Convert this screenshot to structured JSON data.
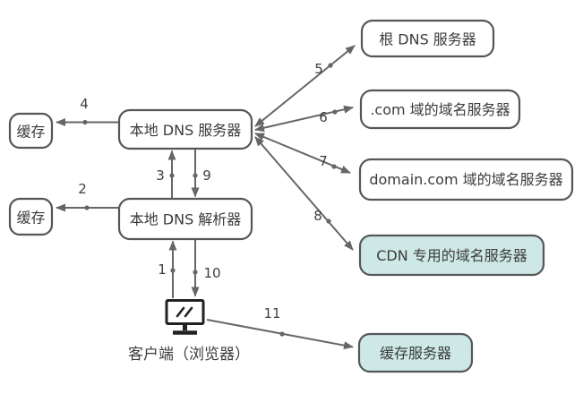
{
  "diagram": {
    "background": "#ffffff",
    "colors": {
      "node_border": "#55565a",
      "node_fill": "#ffffff",
      "highlight_fill": "#cde8e5",
      "edge": "#666666",
      "text": "#3b3b3b",
      "client_icon": "#222222"
    },
    "nodes": {
      "cache_top": {
        "label": "缓存"
      },
      "cache_bottom": {
        "label": "缓存"
      },
      "local_dns_server": {
        "label": "本地 DNS 服务器"
      },
      "local_dns_resolver": {
        "label": "本地 DNS 解析器"
      },
      "root_dns_server": {
        "label": "根 DNS 服务器"
      },
      "com_tld_server": {
        "label": ".com 域的域名服务器"
      },
      "domain_com_server": {
        "label": "domain.com 域的域名服务器"
      },
      "cdn_dns_server": {
        "label": "CDN 专用的域名服务器"
      },
      "cache_server": {
        "label": "缓存服务器"
      },
      "client": {
        "label": "客户端（浏览器）"
      }
    },
    "edges": {
      "e1": {
        "label": "1",
        "from": "client",
        "to": "local_dns_resolver",
        "bidirectional": false
      },
      "e2": {
        "label": "2",
        "from": "local_dns_resolver",
        "to": "cache_bottom",
        "bidirectional": false
      },
      "e3": {
        "label": "3",
        "from": "local_dns_resolver",
        "to": "local_dns_server",
        "bidirectional": false
      },
      "e4": {
        "label": "4",
        "from": "local_dns_server",
        "to": "cache_top",
        "bidirectional": false
      },
      "e5": {
        "label": "5",
        "from": "local_dns_server",
        "to": "root_dns_server",
        "bidirectional": true
      },
      "e6": {
        "label": "6",
        "from": "local_dns_server",
        "to": "com_tld_server",
        "bidirectional": true
      },
      "e7": {
        "label": "7",
        "from": "local_dns_server",
        "to": "domain_com_server",
        "bidirectional": true
      },
      "e8": {
        "label": "8",
        "from": "local_dns_server",
        "to": "cdn_dns_server",
        "bidirectional": true
      },
      "e9": {
        "label": "9",
        "from": "local_dns_server",
        "to": "local_dns_resolver",
        "bidirectional": false
      },
      "e10": {
        "label": "10",
        "from": "local_dns_resolver",
        "to": "client",
        "bidirectional": false
      },
      "e11": {
        "label": "11",
        "from": "client",
        "to": "cache_server",
        "bidirectional": false
      }
    }
  }
}
